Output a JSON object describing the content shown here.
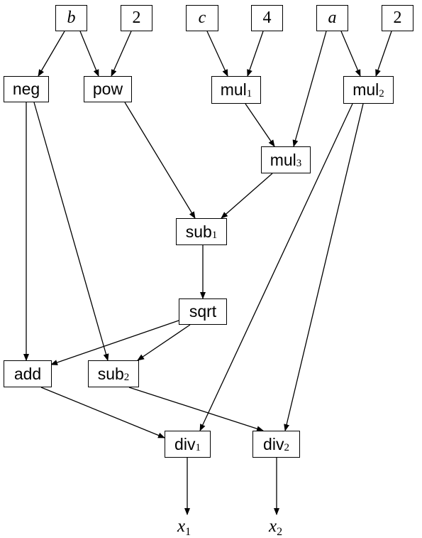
{
  "nodes": {
    "b": "b",
    "two_a": "2",
    "c": "c",
    "four": "4",
    "a": "a",
    "two_b": "2",
    "neg": "neg",
    "pow": "pow",
    "mul1": {
      "name": "mul",
      "index": "1"
    },
    "mul2": {
      "name": "mul",
      "index": "2"
    },
    "mul3": {
      "name": "mul",
      "index": "3"
    },
    "sub1": {
      "name": "sub",
      "index": "1"
    },
    "sqrt": "sqrt",
    "add": "add",
    "sub2": {
      "name": "sub",
      "index": "2"
    },
    "div1": {
      "name": "div",
      "index": "1"
    },
    "div2": {
      "name": "div",
      "index": "2"
    }
  },
  "outputs": {
    "x1": {
      "name": "x",
      "index": "1"
    },
    "x2": {
      "name": "x",
      "index": "2"
    }
  },
  "edges": [
    [
      "b",
      "neg"
    ],
    [
      "b",
      "pow"
    ],
    [
      "two_a",
      "pow"
    ],
    [
      "c",
      "mul1"
    ],
    [
      "four",
      "mul1"
    ],
    [
      "a",
      "mul3"
    ],
    [
      "a",
      "mul2"
    ],
    [
      "two_b",
      "mul2"
    ],
    [
      "mul1",
      "mul3"
    ],
    [
      "pow",
      "sub1"
    ],
    [
      "mul3",
      "sub1"
    ],
    [
      "sub1",
      "sqrt"
    ],
    [
      "neg",
      "add"
    ],
    [
      "sqrt",
      "add"
    ],
    [
      "neg",
      "sub2"
    ],
    [
      "sqrt",
      "sub2"
    ],
    [
      "add",
      "div1"
    ],
    [
      "mul2",
      "div1"
    ],
    [
      "sub2",
      "div2"
    ],
    [
      "mul2",
      "div2"
    ],
    [
      "div1",
      "x1"
    ],
    [
      "div2",
      "x2"
    ]
  ],
  "colors": {
    "stroke": "#000000",
    "background": "#ffffff"
  }
}
